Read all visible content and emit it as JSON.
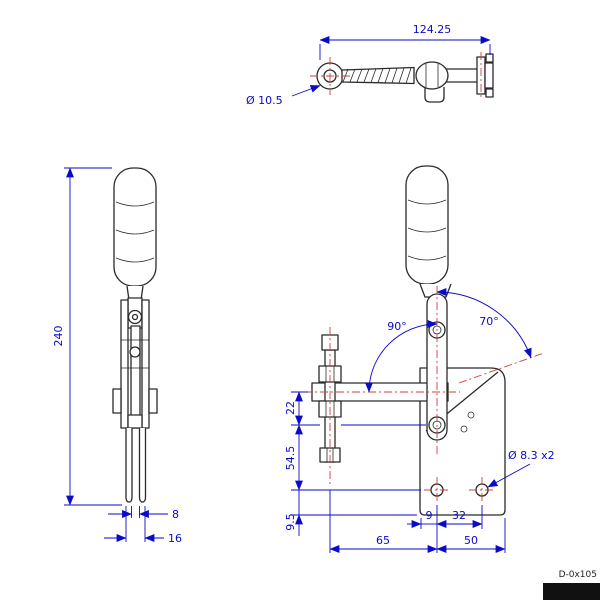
{
  "views": {
    "top": {
      "length_dim": "124.25",
      "diameter_label": "Ø 10.5"
    },
    "side": {
      "height_dim": "240",
      "prong_gap_dim": "8",
      "prong_width_dim": "16"
    },
    "front": {
      "angle_open": "90°",
      "angle_travel": "70°",
      "dim_22": "22",
      "dim_54_5": "54.5",
      "dim_9_5": "9.5",
      "dim_9": "9",
      "dim_32": "32",
      "dim_65": "65",
      "dim_50": "50",
      "hole_label": "Ø 8.3 x2"
    }
  },
  "footer": {
    "partial_text": "D-0x105"
  },
  "colors": {
    "dimension": "#0a0ac8",
    "centerline": "#cc4040",
    "outline": "#2a2a2a"
  }
}
